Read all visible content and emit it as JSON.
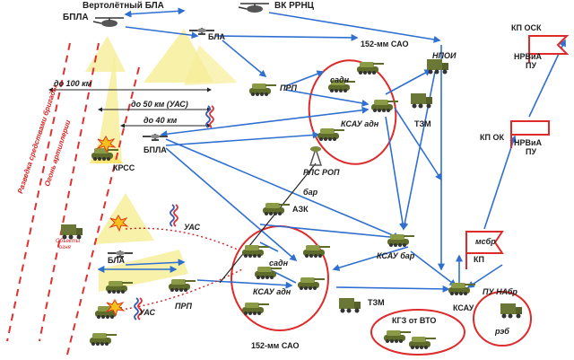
{
  "labels": {
    "vertoletny_bla": "Вертолётный БЛА",
    "bpla_top": "БПЛА",
    "vk_rrnc": "ВК РРНЦ",
    "bla_top": "БЛА",
    "sao_152_top": "152-мм САО",
    "npoi": "НПОИ",
    "kp_osk": "КП ОСК",
    "nrvia_py_top": "НРВиА",
    "py_top": "ПУ",
    "prp_top": "ПРП",
    "sadn_top": "садн",
    "ksau_adn_top": "КСАУ адн",
    "tzm_top": "ТЗМ",
    "kp_ok": "КП ОК",
    "nrvia_py_mid": "НРВиА",
    "py_mid": "ПУ",
    "do_100": "до 100 км",
    "do_50": "до 50 км (УАС)",
    "do_40": "до 40 км",
    "bpla_mid": "БПЛА",
    "krss": "КРСС",
    "rls_rop": "РЛС РОП",
    "bar": "бар",
    "azk": "АЗК",
    "uas_mid": "УАС",
    "ksau_bar": "КСАУ бар",
    "msbr": "мсбр",
    "kp_right": "КП",
    "objekty": "Объекты",
    "ognya": "огня",
    "sadn_bot": "садн",
    "bla_bot": "БЛА",
    "ksau_adn_bot": "КСАУ адн",
    "prp_bot": "ПРП",
    "uas_bot": "УАС",
    "tzm_bot": "ТЗМ",
    "ksau_right": "КСАУ",
    "pu_nabr": "ПУ НАбр",
    "kgz_ot_vto": "КГЗ от ВТО",
    "reb": "рэб",
    "sao_152_bot": "152-мм САО",
    "razvedka": "Разведка средствами бригады",
    "ogon": "Огонь артиллерии"
  },
  "colors": {
    "arrow": "#2f6fd0",
    "red_line": "#e03030",
    "ellipse": "#dd2a2a",
    "vehicle": "#7c8b3d",
    "beam": "#f6ee9a",
    "flag": "#dd2a2a"
  },
  "icons": [
    "helicopter-drone-icon",
    "helicopter-icon",
    "uav-icon",
    "tank-icon",
    "radar-icon",
    "truck-icon",
    "explosion-icon",
    "flag-icon",
    "jamming-coil-icon"
  ]
}
